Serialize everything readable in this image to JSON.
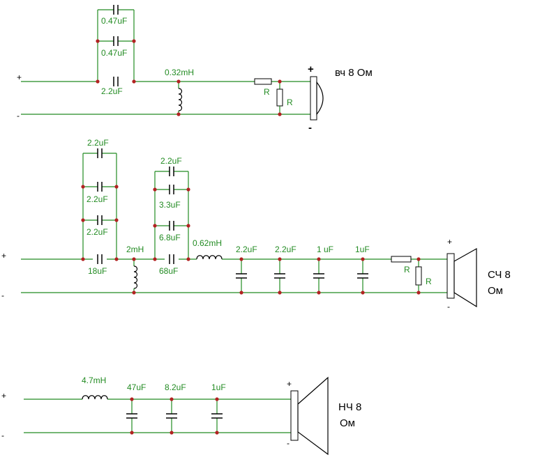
{
  "tweeter": {
    "caps": [
      "0.47uF",
      "0.47uF",
      "2.2uF"
    ],
    "inductor": "0.32mH",
    "res_series": "R",
    "res_shunt": "R",
    "spk_label": "вч 8 Ом",
    "plus": "+",
    "minus": "-",
    "spk_plus": "+",
    "spk_minus": "-"
  },
  "mid": {
    "bank1": [
      "2.2uF",
      "2.2uF",
      "2.2uF",
      "18uF"
    ],
    "inductor1": "2mH",
    "bank2": [
      "2.2uF",
      "3.3uF",
      "6.8uF",
      "68uF"
    ],
    "inductor2": "0.62mH",
    "shunt_caps": [
      "2.2uF",
      "2.2uF",
      "1 uF",
      "1uF"
    ],
    "res_series": "R",
    "res_shunt": "R",
    "spk_label_1": "СЧ 8",
    "spk_label_2": "Ом",
    "plus": "+",
    "minus": "-",
    "spk_plus": "+",
    "spk_minus": "-"
  },
  "bass": {
    "inductor": "4.7mH",
    "shunt_caps": [
      "47uF",
      "8.2uF",
      "1uF"
    ],
    "spk_label_1": "НЧ 8",
    "spk_label_2": "Ом",
    "plus": "+",
    "minus": "-",
    "spk_plus": "+",
    "spk_minus": "-"
  }
}
